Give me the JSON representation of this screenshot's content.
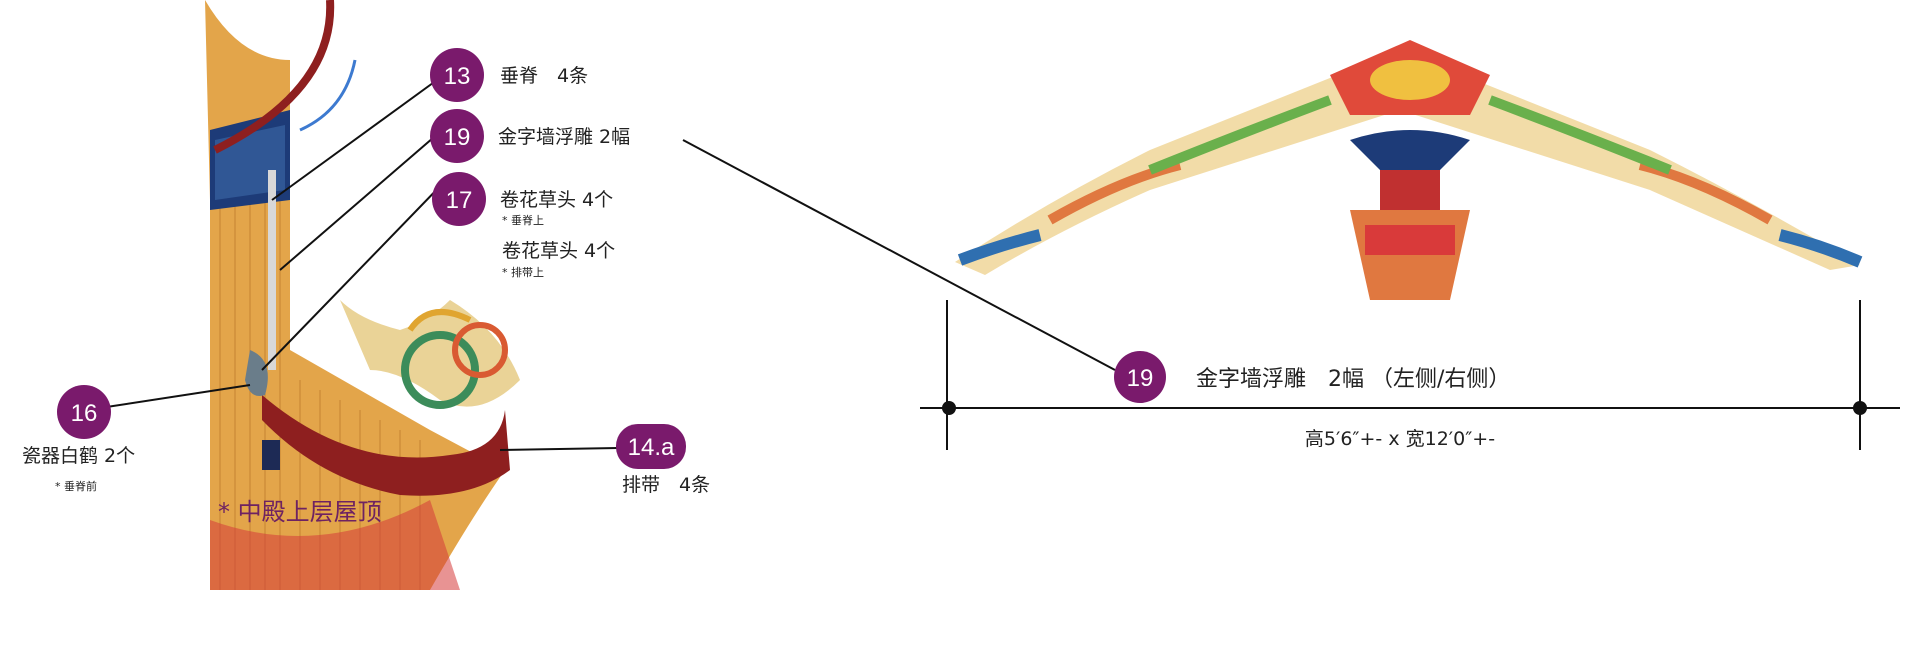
{
  "colors": {
    "badge": "#7a1a6c",
    "tile": "#e3a54a",
    "eave": "#8e1f1f",
    "roof_label": "#6e2262"
  },
  "callouts": [
    {
      "number": "13",
      "label": "垂脊　4条"
    },
    {
      "number": "19",
      "label": "金字墙浮雕  2幅"
    },
    {
      "number": "17",
      "label": "卷花草头  4个",
      "note": "* 垂脊上"
    },
    {
      "number": "",
      "label": "卷花草头  4个",
      "note": "* 排带上"
    },
    {
      "number": "16",
      "label": "瓷器白鹤 2个",
      "note": "* 垂脊前"
    },
    {
      "number": "14.a",
      "label": "排带　4条"
    }
  ],
  "roof_label": "* 中殿上层屋顶",
  "detail": {
    "number": "19",
    "title": "金字墙浮雕　2幅 （左侧/右侧）",
    "dimensions": "高5′6″+- x 宽12′0″+-"
  }
}
